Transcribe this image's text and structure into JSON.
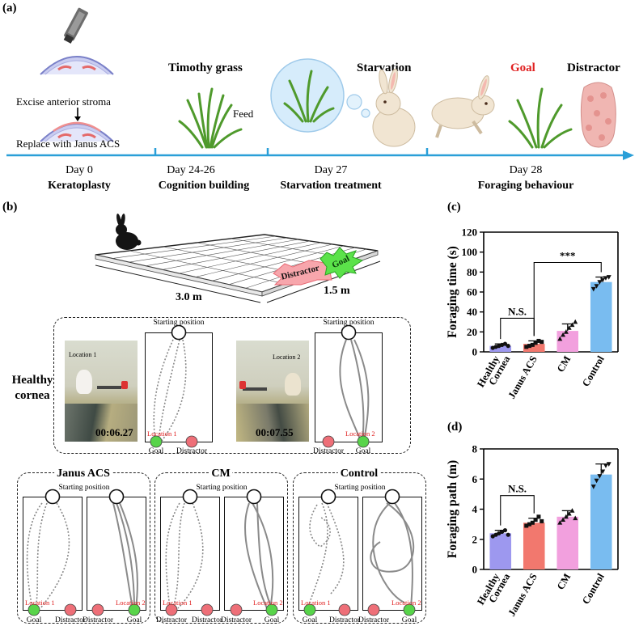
{
  "panel_a": {
    "label": "(a)",
    "surgery_top": "Excise anterior stroma",
    "surgery_bottom": "Replace with Janus ACS",
    "timothy_grass": "Timothy grass",
    "feed": "Feed",
    "starvation": "Starvation",
    "goal": "Goal",
    "distractor": "Distractor",
    "days": [
      {
        "day": "Day 0",
        "phase": "Keratoplasty"
      },
      {
        "day": "Day 24-26",
        "phase": "Cognition building"
      },
      {
        "day": "Day 27",
        "phase": "Starvation treatment"
      },
      {
        "day": "Day 28",
        "phase": "Foraging behaviour"
      }
    ],
    "accent_color": "#2a9fd8",
    "goal_color": "#e02020"
  },
  "panel_b": {
    "label": "(b)",
    "dim_length": "3.0 m",
    "dim_width": "1.5 m",
    "arena_distractor": "Distractor",
    "arena_goal": "Goal",
    "healthy_title_1": "Healthy",
    "healthy_title_2": "cornea",
    "starting_position": "Starting position",
    "photo1_location": "Location 1",
    "photo2_location": "Location 2",
    "photo1_time": "00:06.27",
    "photo2_time": "00:07.55",
    "location1": "Location 1",
    "location2": "Location 2",
    "goal": "Goal",
    "distractor": "Distractor",
    "groups": [
      "Janus ACS",
      "CM",
      "Control"
    ],
    "goal_dot_color": "#58d44a",
    "distractor_dot_color": "#ee6f78"
  },
  "chart_data": [
    {
      "type": "bar",
      "panel": "(c)",
      "categories": [
        "Healthy Cornea",
        "Janus ACS",
        "CM",
        "Control"
      ],
      "values": [
        6,
        8,
        21,
        70
      ],
      "errors": [
        2,
        3,
        7,
        5
      ],
      "points": [
        [
          4,
          5,
          6,
          7,
          8,
          6
        ],
        [
          5,
          6,
          7,
          9,
          11,
          10
        ],
        [
          13,
          17,
          20,
          24,
          27,
          30
        ],
        [
          63,
          66,
          70,
          72,
          74,
          75
        ]
      ],
      "colors": [
        "#9d98ef",
        "#f2786e",
        "#f2a0de",
        "#79bcf0"
      ],
      "ylabel": "Foraging time (s)",
      "ylim": [
        0,
        120
      ],
      "yticks": [
        0,
        20,
        40,
        60,
        80,
        100,
        120
      ],
      "annotations": [
        {
          "text": "N.S.",
          "from": 0,
          "to": 1
        },
        {
          "text": "***",
          "from": 1,
          "to": 3
        }
      ]
    },
    {
      "type": "bar",
      "panel": "(d)",
      "categories": [
        "Healthy Cornea",
        "Janus ACS",
        "CM",
        "Control"
      ],
      "values": [
        2.4,
        3.1,
        3.5,
        6.3
      ],
      "errors": [
        0.2,
        0.3,
        0.4,
        0.7
      ],
      "points": [
        [
          2.2,
          2.3,
          2.4,
          2.5,
          2.6,
          2.3
        ],
        [
          2.9,
          3.0,
          3.1,
          3.3,
          3.5,
          3.2
        ],
        [
          3.1,
          3.3,
          3.5,
          3.7,
          3.9,
          3.4
        ],
        [
          5.5,
          5.9,
          6.2,
          6.5,
          6.9,
          7.0
        ]
      ],
      "colors": [
        "#9d98ef",
        "#f2786e",
        "#f2a0de",
        "#79bcf0"
      ],
      "ylabel": "Foraging path (m)",
      "ylim": [
        0,
        8
      ],
      "yticks": [
        0,
        2,
        4,
        6,
        8
      ],
      "annotations": [
        {
          "text": "N.S.",
          "from": 0,
          "to": 1
        }
      ]
    }
  ]
}
